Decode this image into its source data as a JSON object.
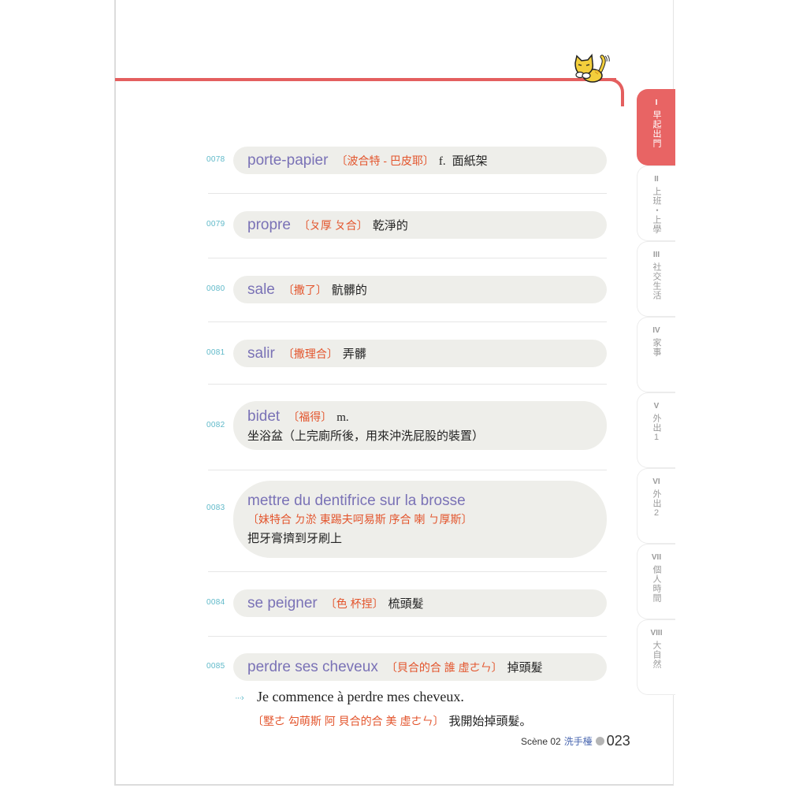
{
  "header": {
    "accent_color": "#e45f5f",
    "mascot": "cat-icon"
  },
  "tabs": [
    {
      "num": "I",
      "label": "早起出門",
      "active": true
    },
    {
      "num": "II",
      "label": "上班・上學",
      "active": false
    },
    {
      "num": "III",
      "label": "社交生活",
      "active": false
    },
    {
      "num": "IV",
      "label": "家事",
      "active": false
    },
    {
      "num": "V",
      "label": "外出1",
      "active": false
    },
    {
      "num": "VI",
      "label": "外出2",
      "active": false
    },
    {
      "num": "VII",
      "label": "個人時間",
      "active": false
    },
    {
      "num": "VIII",
      "label": "大自然",
      "active": false
    }
  ],
  "entries": [
    {
      "code": "0078",
      "french": "porte-papier",
      "pronunciation": "〔波合特 - 巴皮耶〕",
      "grammar": "f.",
      "meaning": "面紙架"
    },
    {
      "code": "0079",
      "french": "propre",
      "pronunciation": "〔ㄆ厚 ㄆ合〕",
      "grammar": "",
      "meaning": "乾淨的"
    },
    {
      "code": "0080",
      "french": "sale",
      "pronunciation": "〔撒了〕",
      "grammar": "",
      "meaning": "骯髒的"
    },
    {
      "code": "0081",
      "french": "salir",
      "pronunciation": "〔撒理合〕",
      "grammar": "",
      "meaning": "弄髒"
    },
    {
      "code": "0082",
      "french": "bidet",
      "pronunciation": "〔福得〕",
      "grammar": "m.",
      "meaning": "坐浴盆（上完廁所後，用來沖洗屁股的裝置）"
    },
    {
      "code": "0083",
      "french": "mettre du dentifrice sur la brosse",
      "pronunciation": "〔妹特合 ㄉ淤 東踢夫呵易斯 序合 喇 ㄅ厚斯〕",
      "grammar": "",
      "meaning": "把牙膏擠到牙刷上"
    },
    {
      "code": "0084",
      "french": "se peigner",
      "pronunciation": "〔色 杯捏〕",
      "grammar": "",
      "meaning": "梳頭髮"
    },
    {
      "code": "0085",
      "french": "perdre ses cheveux",
      "pronunciation": "〔貝合的合 誰 虛ㄜㄣ〕",
      "grammar": "",
      "meaning": "掉頭髮"
    }
  ],
  "example": {
    "arrow": "···›",
    "sentence": "Je commence à perdre mes cheveux.",
    "pronunciation": "〔墅ㄜ 勾萌斯 阿 貝合的合 美 虛ㄜㄣ〕",
    "translation": "我開始掉頭髮。"
  },
  "footer": {
    "scene": "Scène 02",
    "scene_title": "洗手檯",
    "page_number": "023"
  }
}
